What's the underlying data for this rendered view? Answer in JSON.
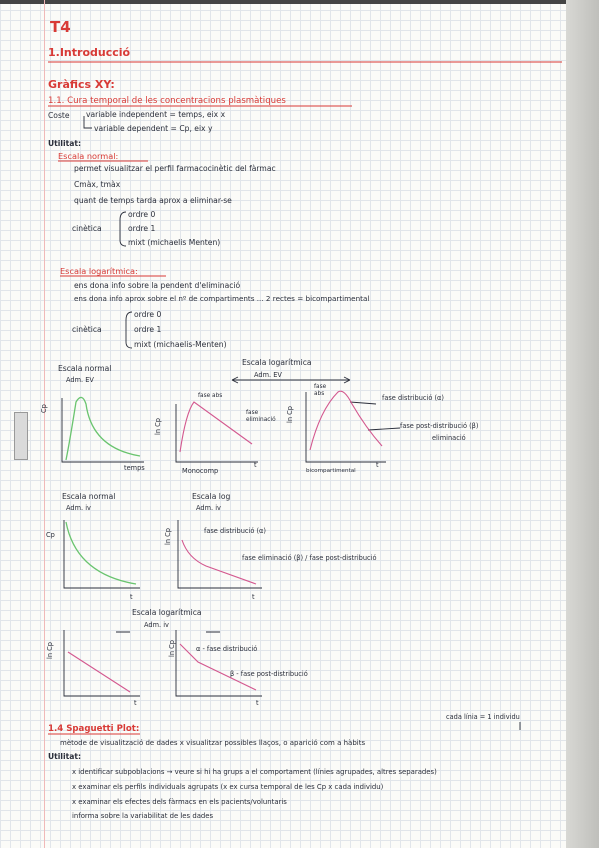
{
  "header": {
    "topic": "T4",
    "section": "1.Introducció"
  },
  "graphs_xy": {
    "heading": "Gràfics XY:",
    "subheading": "1.1. Cura temporal de les concentracions plasmàtiques",
    "axis_intro": "Coste",
    "x_axis_note": "variable independent = temps, eix x",
    "y_axis_note": "variable dependent = Cp, eix y",
    "utilities_label": "Utilitat:"
  },
  "normal_scale": {
    "label": "Escala normal:",
    "items": [
      "permet visualitzar el perfil farmacocinètic del fàrmac",
      "Cmàx, tmàx",
      "quant de temps tarda aprox a eliminar-se"
    ],
    "kinetics_label": "cinètica",
    "orders": [
      "ordre 0",
      "ordre 1",
      "mixt (michaelis Menten)"
    ]
  },
  "log_scale": {
    "label": "Escala logarítmica:",
    "items": [
      "ens dona info sobre la pendent d'eliminació",
      "ens dona info aprox sobre el nº de compartiments ... 2 rectes = bicompartimental"
    ],
    "kinetics_label": "cinètica",
    "orders": [
      "ordre 0",
      "ordre 1",
      "mixt (michaelis-Menten)"
    ]
  },
  "figure_1": {
    "normal_title": "Escala normal",
    "normal_route": "Adm. EV",
    "log_title": "Escala logarítmica",
    "log_route": "Adm. EV",
    "y_label_cp": "Cp",
    "y_label_lncp": "ln Cp",
    "x_label_temps": "temps",
    "monocomp_label": "Monocomp",
    "bicomp_label": "bicompartimental",
    "fase_abs": "fase abs",
    "fase_elim": "fase eliminació",
    "fase_abs_top": "fase abs",
    "fase_distribucio": "fase distribució (α)",
    "fase_post": "fase post-distribució (β)",
    "eliminacio": "eliminació",
    "x_t": "t"
  },
  "figure_2": {
    "normal_title": "Escala normal",
    "normal_route": "Adm. iv",
    "log_title": "Escala log",
    "log_route": "Adm. iv",
    "y_label_cp": "Cp",
    "y_label_lncp": "ln Cp",
    "fase_distribucio": "fase distribució (α)",
    "fase_post": "fase eliminació (β) / fase post-distribució",
    "x_t": "t"
  },
  "figure_3": {
    "title": "Escala logarítmica",
    "route": "Adm. iv",
    "y_label_lncp": "ln Cp",
    "alpha_label": "α - fase distribució",
    "beta_label": "β - fase post-distribució",
    "x_t": "t"
  },
  "spaghetti": {
    "heading": "1.4 Spaguetti Plot:",
    "side_note": "cada línia = 1 individu",
    "method": "mètode de visualització de dades x visualitzar possibles llaços, o aparició com a hàbits",
    "utilities_label": "Utilitat:",
    "items": [
      "x identificar subpoblacions → veure si hi ha grups a el comportament (línies agrupades, altres separades)",
      "x examinar els perfils individuals agrupats (x ex cursa temporal de les Cp x cada individu)",
      "x examinar els efectes dels fàrmacs en els pacients/voluntaris",
      "informa sobre la variabilitat de les dades"
    ]
  }
}
